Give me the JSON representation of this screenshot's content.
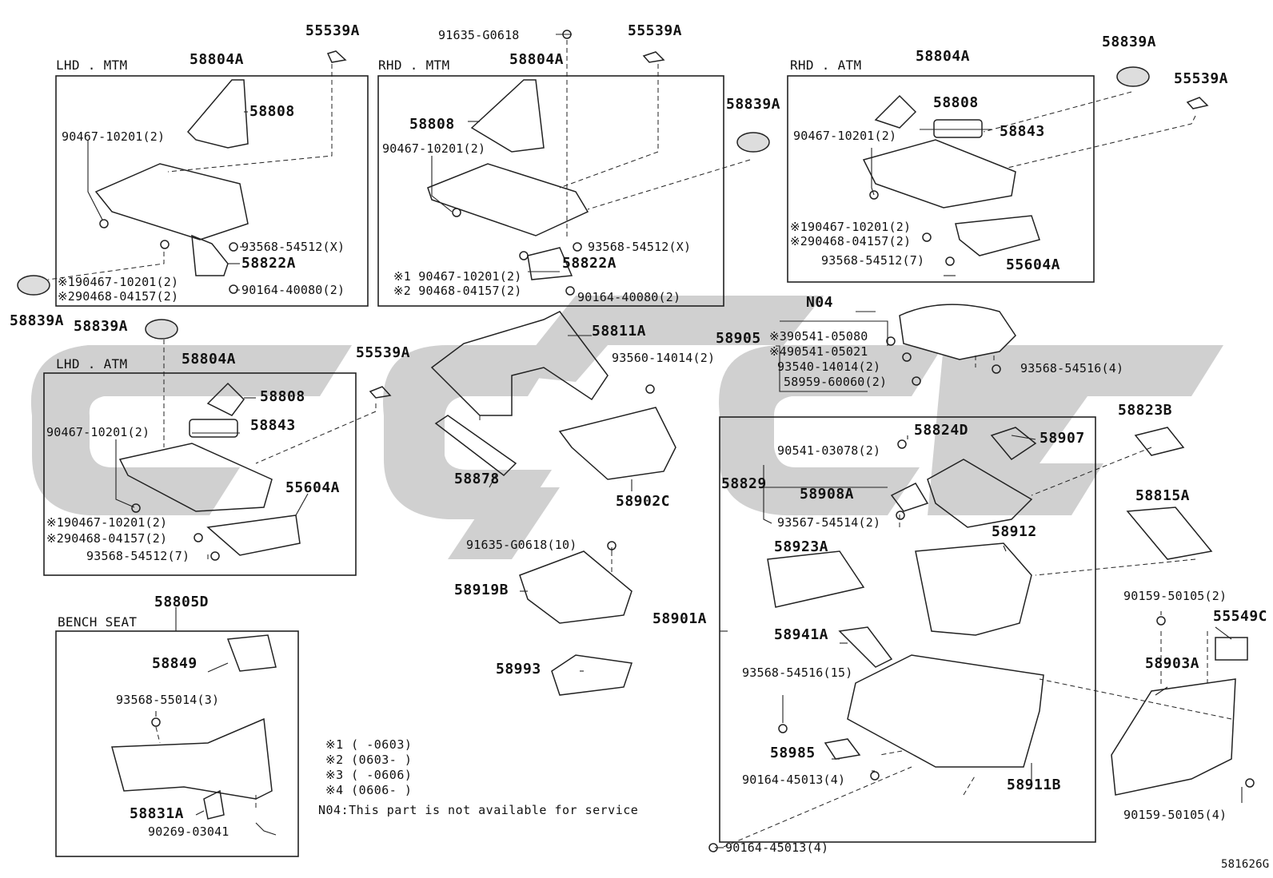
{
  "diagram": {
    "code": "581626G",
    "sections": {
      "lhd_mtm": "LHD . MTM",
      "rhd_mtm": "RHD . MTM",
      "rhd_atm": "RHD . ATM",
      "lhd_atm": "LHD . ATM",
      "bench_seat": "BENCH SEAT"
    },
    "notes": {
      "n1": "※1  (    -0603)",
      "n2": "※2  (0603-    )",
      "n3": "※3  (    -0606)",
      "n4": "※4  (0606-    )",
      "n04": "N04:This part is not available for service"
    },
    "labels": {
      "p55539A_1": "55539A",
      "p58804A_1": "58804A",
      "p58808_1": "58808",
      "p90467_1": "90467-10201(2)",
      "p93568_x1": "93568-54512(X)",
      "p58822A_1": "58822A",
      "p90467_s1": "※190467-10201(2)",
      "p90468_s1": "※290468-04157(2)",
      "p90164_1": "90164-40080(2)",
      "p58839A_left": "58839A",
      "p91635_top": "91635-G0618",
      "p55539A_2": "55539A",
      "p58804A_2": "58804A",
      "p58808_2": "58808",
      "p90467_2": "90467-10201(2)",
      "p93568_x2": "93568-54512(X)",
      "p58822A_2": "58822A",
      "p90467_s2": "※1 90467-10201(2)",
      "p90468_s2": "※2 90468-04157(2)",
      "p90164_2": "90164-40080(2)",
      "p58839A_mid": "58839A",
      "p58839A_r": "58839A",
      "p55539A_r": "55539A",
      "p58804A_3": "58804A",
      "p58808_3": "58808",
      "p58843_3": "58843",
      "p90467_3": "90467-10201(2)",
      "p90467_s3": "※190467-10201(2)",
      "p90468_s3": "※290468-04157(2)",
      "p93568_7r": "93568-54512(7)",
      "p55604A_r": "55604A",
      "p58839A_lhdatm": "58839A",
      "p55539A_4": "55539A",
      "p58804A_4": "58804A",
      "p58808_4": "58808",
      "p58843_4": "58843",
      "p90467_4": "90467-10201(2)",
      "p55604A_4": "55604A",
      "p90467_s4": "※190467-10201(2)",
      "p90468_s4": "※290468-04157(2)",
      "p93568_7l": "93568-54512(7)",
      "p58811A": "58811A",
      "p93560": "93560-14014(2)",
      "p58878": "58878",
      "p58902C": "58902C",
      "p91635_10": "91635-G0618(10)",
      "p58919B": "58919B",
      "p58993": "58993",
      "pN04": "N04",
      "p58905": "58905",
      "p90541_05080": "※390541-05080",
      "p90541_05021": "※490541-05021",
      "p93540": "93540-14014(2)",
      "p58959": "58959-60060(2)",
      "p93568_54516_4": "93568-54516(4)",
      "p58824D": "58824D",
      "p58907": "58907",
      "p58823B": "58823B",
      "p90541_03078": "90541-03078(2)",
      "p58829": "58829",
      "p58908A": "58908A",
      "p93567": "93567-54514(2)",
      "p58815A": "58815A",
      "p58912": "58912",
      "p58923A": "58923A",
      "p58901A": "58901A",
      "p90159_top": "90159-50105(2)",
      "p55549C": "55549C",
      "p58941A": "58941A",
      "p93568_15": "93568-54516(15)",
      "p58903A": "58903A",
      "p58985": "58985",
      "p90164_45013a": "90164-45013(4)",
      "p58911B": "58911B",
      "p90159_bot": "90159-50105(4)",
      "p90164_45013b": "90164-45013(4)",
      "p58805D": "58805D",
      "p58849": "58849",
      "p93568_55014": "93568-55014(3)",
      "p58831A": "58831A",
      "p90269": "90269-03041"
    }
  }
}
